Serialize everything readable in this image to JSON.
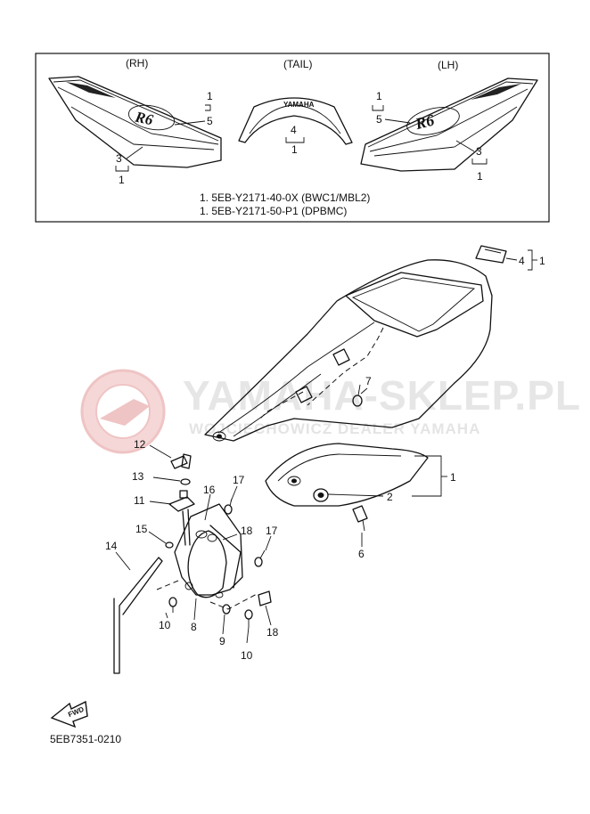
{
  "inset": {
    "views": {
      "right": "(RH)",
      "tail": "(TAIL)",
      "left": "(LH)"
    },
    "brand_text": "YAMAHA",
    "model_badge": "R6",
    "part_numbers": [
      "1. 5EB-Y2171-40-0X (BWC1/MBL2)",
      "1. 5EB-Y2171-50-P1 (DPBMC)"
    ],
    "callouts": {
      "rh": {
        "top_1": "1",
        "top_5": "5",
        "bot_3": "3",
        "bot_1": "1"
      },
      "tail": {
        "mid_4": "4",
        "bot_1": "1"
      },
      "lh": {
        "top_1": "1",
        "top_5": "5",
        "bot_3": "3",
        "bot_1": "1"
      }
    }
  },
  "watermark": {
    "title": "YAMAHA-SKLEP.PL",
    "subtitle": "WOJCIECHOWICZ DEALER YAMAHA"
  },
  "callouts": {
    "c1_top": "1",
    "c4_top": "4",
    "c1_mid": "1",
    "c2": "2",
    "c6": "6",
    "c7": "7",
    "c12": "12",
    "c13": "13",
    "c11": "11",
    "c16": "16",
    "c17a": "17",
    "c15": "15",
    "c18a": "18",
    "c17b": "17",
    "c14": "14",
    "c10a": "10",
    "c8": "8",
    "c9": "9",
    "c18b": "18",
    "c10b": "10"
  },
  "fwd_label": "FWD",
  "diagram_code": "5EB7351-0210"
}
